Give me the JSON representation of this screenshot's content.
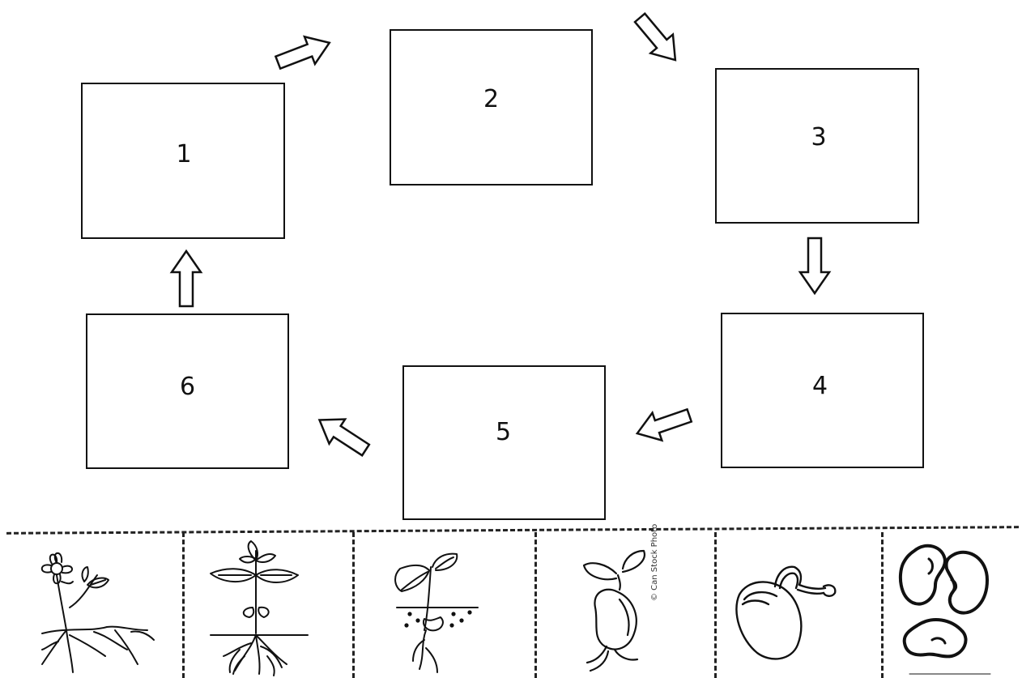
{
  "stages": [
    {
      "label": "1"
    },
    {
      "label": "2"
    },
    {
      "label": "3"
    },
    {
      "label": "4"
    },
    {
      "label": "5"
    },
    {
      "label": "6"
    }
  ],
  "cutouts": [
    {
      "icon": "flowering-plant-icon"
    },
    {
      "icon": "young-plant-with-roots-icon"
    },
    {
      "icon": "seedling-in-soil-icon"
    },
    {
      "icon": "sprouting-seed-icon"
    },
    {
      "icon": "germinating-seed-icon"
    },
    {
      "icon": "bean-seeds-icon"
    }
  ],
  "watermark": "© Can Stock Photo",
  "colors": {
    "line": "#111111",
    "background": "#ffffff"
  }
}
